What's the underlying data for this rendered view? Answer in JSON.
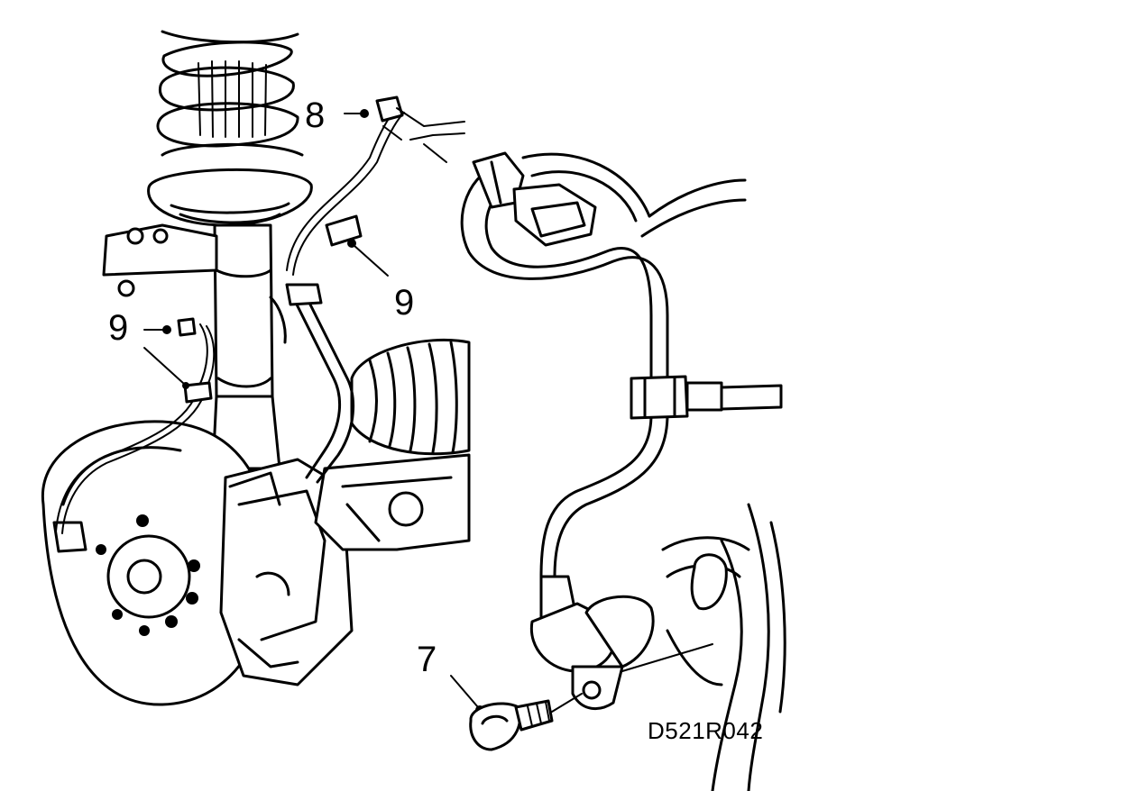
{
  "diagram": {
    "callouts": {
      "c8": "8",
      "c9_upper": "9",
      "c9_left": "9",
      "c7": "7"
    },
    "drawing_code": "D521R042"
  }
}
